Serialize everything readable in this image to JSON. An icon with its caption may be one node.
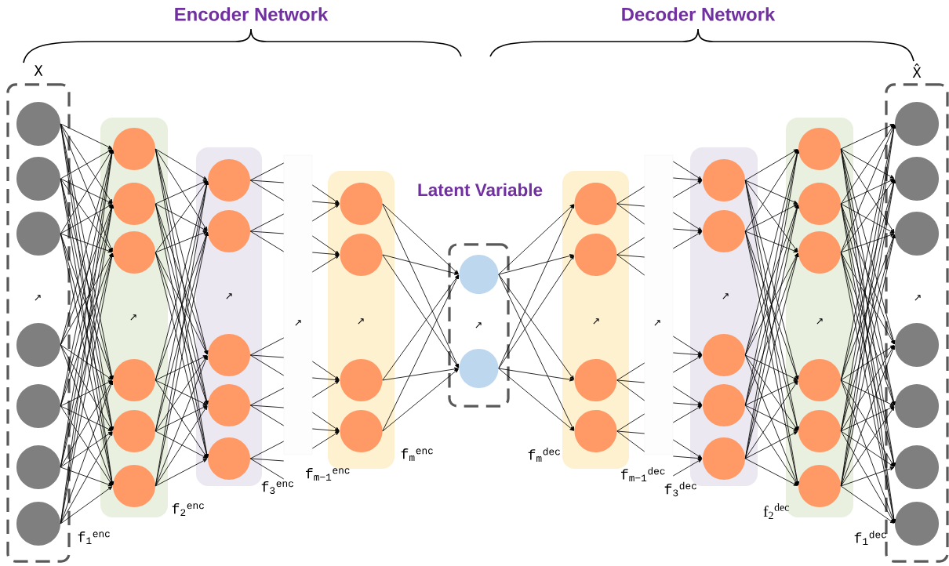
{
  "diagram": {
    "nodes": [
      {
        "text": [
          "X",
          "↗"
        ]
      },
      {
        "text": [],
        "shape": "circle",
        "in": 0
      },
      {
        "text": [],
        "shape": "circle",
        "in": 0
      },
      {
        "text": [],
        "shape": "circle",
        "in": 0
      },
      {
        "text": [],
        "shape": "circle",
        "in": 0
      },
      {
        "text": [],
        "shape": "circle",
        "in": 0
      },
      {
        "text": [],
        "shape": "circle",
        "in": 0
      },
      {
        "text": [],
        "shape": "circle",
        "in": 0
      },
      {
        "text": [
          "↗"
        ]
      },
      {
        "text": [],
        "shape": "circle",
        "in": 8
      },
      {
        "text": [],
        "shape": "circle",
        "in": 8
      },
      {
        "text": [],
        "shape": "circle",
        "in": 8
      },
      {
        "text": [],
        "shape": "circle",
        "in": 8
      },
      {
        "text": [],
        "shape": "circle",
        "in": 8
      },
      {
        "text": [],
        "shape": "circle",
        "in": 8
      },
      {
        "text": [
          "↗"
        ]
      },
      {
        "text": [],
        "shape": "circle",
        "in": 15
      },
      {
        "text": [],
        "shape": "circle",
        "in": 15
      },
      {
        "text": [],
        "shape": "circle",
        "in": 15
      },
      {
        "text": [],
        "shape": "circle",
        "in": 15
      },
      {
        "text": [],
        "shape": "circle",
        "in": 15
      },
      {
        "text": [
          "↗"
        ]
      },
      {
        "text": [
          "↗"
        ]
      },
      {
        "text": [],
        "shape": "circle",
        "in": 22
      },
      {
        "text": [],
        "shape": "circle",
        "in": 22
      },
      {
        "text": [],
        "shape": "circle",
        "in": 22
      },
      {
        "text": [],
        "shape": "circle",
        "in": 22
      },
      {
        "text": [
          "Latent Variable",
          "↗"
        ]
      },
      {
        "text": [],
        "shape": "circle",
        "in": 27
      },
      {
        "text": [],
        "shape": "circle",
        "in": 27
      },
      {
        "text": [
          "↗"
        ]
      },
      {
        "text": [],
        "shape": "circle",
        "in": 30
      },
      {
        "text": [],
        "shape": "circle",
        "in": 30
      },
      {
        "text": [],
        "shape": "circle",
        "in": 30
      },
      {
        "text": [],
        "shape": "circle",
        "in": 30
      },
      {
        "text": [
          "↗"
        ]
      },
      {
        "text": [
          "↗"
        ]
      },
      {
        "text": [],
        "shape": "circle",
        "in": 36
      },
      {
        "text": [],
        "shape": "circle",
        "in": 36
      },
      {
        "text": [],
        "shape": "circle",
        "in": 36
      },
      {
        "text": [],
        "shape": "circle",
        "in": 36
      },
      {
        "text": [],
        "shape": "circle",
        "in": 36
      },
      {
        "text": [
          "↗"
        ]
      },
      {
        "text": [],
        "shape": "circle",
        "in": 42
      },
      {
        "text": [],
        "shape": "circle",
        "in": 42
      },
      {
        "text": [],
        "shape": "circle",
        "in": 42
      },
      {
        "text": [],
        "shape": "circle",
        "in": 42
      },
      {
        "text": [],
        "shape": "circle",
        "in": 42
      },
      {
        "text": [],
        "shape": "circle",
        "in": 42
      },
      {
        "text": [
          "X̂",
          "↗"
        ]
      },
      {
        "text": [],
        "shape": "circle",
        "in": 49
      },
      {
        "text": [],
        "shape": "circle",
        "in": 49
      },
      {
        "text": [],
        "shape": "circle",
        "in": 49
      },
      {
        "text": [],
        "shape": "circle",
        "in": 49
      },
      {
        "text": [],
        "shape": "circle",
        "in": 49
      },
      {
        "text": [],
        "shape": "circle",
        "in": 49
      },
      {
        "text": [],
        "shape": "circle",
        "in": 49
      }
    ],
    "edges": [
      {
        "from": 1,
        "to": 9,
        "arrow": "to"
      },
      {
        "from": 1,
        "to": 10,
        "arrow": "to"
      },
      {
        "from": 1,
        "to": 11,
        "arrow": "to"
      },
      {
        "from": 1,
        "to": 12,
        "arrow": "to"
      },
      {
        "from": 1,
        "to": 13,
        "arrow": "to"
      },
      {
        "from": 1,
        "to": 14,
        "arrow": "to"
      },
      {
        "from": 2,
        "to": 9,
        "arrow": "to"
      },
      {
        "from": 2,
        "to": 10,
        "arrow": "to"
      },
      {
        "from": 2,
        "to": 11,
        "arrow": "to"
      },
      {
        "from": 2,
        "to": 12,
        "arrow": "to"
      },
      {
        "from": 2,
        "to": 13,
        "arrow": "to"
      },
      {
        "from": 2,
        "to": 14,
        "arrow": "to"
      },
      {
        "from": 3,
        "to": 9,
        "arrow": "to"
      },
      {
        "from": 3,
        "to": 10,
        "arrow": "to"
      },
      {
        "from": 3,
        "to": 11,
        "arrow": "to"
      },
      {
        "from": 3,
        "to": 12,
        "arrow": "to"
      },
      {
        "from": 3,
        "to": 13,
        "arrow": "to"
      },
      {
        "from": 3,
        "to": 14,
        "arrow": "to"
      },
      {
        "from": 4,
        "to": 9,
        "arrow": "to"
      },
      {
        "from": 4,
        "to": 10,
        "arrow": "to"
      },
      {
        "from": 4,
        "to": 11,
        "arrow": "to"
      },
      {
        "from": 4,
        "to": 12,
        "arrow": "to"
      },
      {
        "from": 4,
        "to": 13,
        "arrow": "to"
      },
      {
        "from": 4,
        "to": 14,
        "arrow": "to"
      },
      {
        "from": 5,
        "to": 9,
        "arrow": "to"
      },
      {
        "from": 5,
        "to": 10,
        "arrow": "to"
      },
      {
        "from": 5,
        "to": 11,
        "arrow": "to"
      },
      {
        "from": 5,
        "to": 12,
        "arrow": "to"
      },
      {
        "from": 5,
        "to": 13,
        "arrow": "to"
      },
      {
        "from": 5,
        "to": 14,
        "arrow": "to"
      },
      {
        "from": 6,
        "to": 9,
        "arrow": "to"
      },
      {
        "from": 6,
        "to": 10,
        "arrow": "to"
      },
      {
        "from": 6,
        "to": 11,
        "arrow": "to"
      },
      {
        "from": 6,
        "to": 12,
        "arrow": "to"
      },
      {
        "from": 6,
        "to": 13,
        "arrow": "to"
      },
      {
        "from": 6,
        "to": 14,
        "arrow": "to"
      },
      {
        "from": 7,
        "to": 9,
        "arrow": "to"
      },
      {
        "from": 7,
        "to": 10,
        "arrow": "to"
      },
      {
        "from": 7,
        "to": 11,
        "arrow": "to"
      },
      {
        "from": 7,
        "to": 12,
        "arrow": "to"
      },
      {
        "from": 7,
        "to": 13,
        "arrow": "to"
      },
      {
        "from": 7,
        "to": 14,
        "arrow": "to"
      },
      {
        "from": 9,
        "to": 16,
        "arrow": "to"
      },
      {
        "from": 9,
        "to": 17,
        "arrow": "to"
      },
      {
        "from": 9,
        "to": 18,
        "arrow": "to"
      },
      {
        "from": 9,
        "to": 19,
        "arrow": "to"
      },
      {
        "from": 9,
        "to": 20,
        "arrow": "to"
      },
      {
        "from": 10,
        "to": 16,
        "arrow": "to"
      },
      {
        "from": 10,
        "to": 17,
        "arrow": "to"
      },
      {
        "from": 10,
        "to": 18,
        "arrow": "to"
      },
      {
        "from": 10,
        "to": 19,
        "arrow": "to"
      },
      {
        "from": 10,
        "to": 20,
        "arrow": "to"
      },
      {
        "from": 11,
        "to": 16,
        "arrow": "to"
      },
      {
        "from": 11,
        "to": 17,
        "arrow": "to"
      },
      {
        "from": 11,
        "to": 18,
        "arrow": "to"
      },
      {
        "from": 11,
        "to": 19,
        "arrow": "to"
      },
      {
        "from": 11,
        "to": 20,
        "arrow": "to"
      },
      {
        "from": 12,
        "to": 16,
        "arrow": "to"
      },
      {
        "from": 12,
        "to": 17,
        "arrow": "to"
      },
      {
        "from": 12,
        "to": 18,
        "arrow": "to"
      },
      {
        "from": 12,
        "to": 19,
        "arrow": "to"
      },
      {
        "from": 12,
        "to": 20,
        "arrow": "to"
      },
      {
        "from": 13,
        "to": 16,
        "arrow": "to"
      },
      {
        "from": 13,
        "to": 17,
        "arrow": "to"
      },
      {
        "from": 13,
        "to": 18,
        "arrow": "to"
      },
      {
        "from": 13,
        "to": 19,
        "arrow": "to"
      },
      {
        "from": 13,
        "to": 20,
        "arrow": "to"
      },
      {
        "from": 14,
        "to": 16,
        "arrow": "to"
      },
      {
        "from": 14,
        "to": 17,
        "arrow": "to"
      },
      {
        "from": 14,
        "to": 18,
        "arrow": "to"
      },
      {
        "from": 14,
        "to": 19,
        "arrow": "to"
      },
      {
        "from": 14,
        "to": 20,
        "arrow": "to"
      },
      {
        "from": 16,
        "to": 21,
        "arrow": "none"
      },
      {
        "from": 16,
        "to": 21,
        "arrow": "none"
      },
      {
        "from": 16,
        "to": 21,
        "arrow": "none"
      },
      {
        "from": 17,
        "to": 21,
        "arrow": "none"
      },
      {
        "from": 17,
        "to": 21,
        "arrow": "none"
      },
      {
        "from": 17,
        "to": 21,
        "arrow": "none"
      },
      {
        "from": 18,
        "to": 21,
        "arrow": "none"
      },
      {
        "from": 18,
        "to": 21,
        "arrow": "none"
      },
      {
        "from": 18,
        "to": 21,
        "arrow": "none"
      },
      {
        "from": 19,
        "to": 21,
        "arrow": "none"
      },
      {
        "from": 19,
        "to": 21,
        "arrow": "none"
      },
      {
        "from": 19,
        "to": 21,
        "arrow": "none"
      },
      {
        "from": 20,
        "to": 21,
        "arrow": "none"
      },
      {
        "from": 20,
        "to": 21,
        "arrow": "none"
      },
      {
        "from": 20,
        "to": 21,
        "arrow": "none"
      },
      {
        "from": 21,
        "to": 23,
        "arrow": "to"
      },
      {
        "from": 21,
        "to": 23,
        "arrow": "to"
      },
      {
        "from": 21,
        "to": 23,
        "arrow": "to"
      },
      {
        "from": 21,
        "to": 24,
        "arrow": "to"
      },
      {
        "from": 21,
        "to": 24,
        "arrow": "to"
      },
      {
        "from": 21,
        "to": 24,
        "arrow": "to"
      },
      {
        "from": 21,
        "to": 25,
        "arrow": "to"
      },
      {
        "from": 21,
        "to": 25,
        "arrow": "to"
      },
      {
        "from": 21,
        "to": 25,
        "arrow": "to"
      },
      {
        "from": 21,
        "to": 26,
        "arrow": "to"
      },
      {
        "from": 21,
        "to": 26,
        "arrow": "to"
      },
      {
        "from": 21,
        "to": 26,
        "arrow": "to"
      },
      {
        "from": 23,
        "to": 28,
        "arrow": "to"
      },
      {
        "from": 23,
        "to": 29,
        "arrow": "to"
      },
      {
        "from": 24,
        "to": 28,
        "arrow": "to"
      },
      {
        "from": 24,
        "to": 29,
        "arrow": "to"
      },
      {
        "from": 25,
        "to": 28,
        "arrow": "to"
      },
      {
        "from": 25,
        "to": 29,
        "arrow": "to"
      },
      {
        "from": 26,
        "to": 28,
        "arrow": "to"
      },
      {
        "from": 26,
        "to": 29,
        "arrow": "to"
      },
      {
        "from": 28,
        "to": 31,
        "arrow": "to"
      },
      {
        "from": 28,
        "to": 32,
        "arrow": "to"
      },
      {
        "from": 28,
        "to": 33,
        "arrow": "to"
      },
      {
        "from": 28,
        "to": 34,
        "arrow": "to"
      },
      {
        "from": 29,
        "to": 31,
        "arrow": "to"
      },
      {
        "from": 29,
        "to": 32,
        "arrow": "to"
      },
      {
        "from": 29,
        "to": 33,
        "arrow": "to"
      },
      {
        "from": 29,
        "to": 34,
        "arrow": "to"
      },
      {
        "from": 31,
        "to": 35,
        "arrow": "none"
      },
      {
        "from": 31,
        "to": 35,
        "arrow": "none"
      },
      {
        "from": 31,
        "to": 35,
        "arrow": "none"
      },
      {
        "from": 32,
        "to": 35,
        "arrow": "none"
      },
      {
        "from": 32,
        "to": 35,
        "arrow": "none"
      },
      {
        "from": 32,
        "to": 35,
        "arrow": "none"
      },
      {
        "from": 33,
        "to": 35,
        "arrow": "none"
      },
      {
        "from": 33,
        "to": 35,
        "arrow": "none"
      },
      {
        "from": 33,
        "to": 35,
        "arrow": "none"
      },
      {
        "from": 34,
        "to": 35,
        "arrow": "none"
      },
      {
        "from": 34,
        "to": 35,
        "arrow": "none"
      },
      {
        "from": 34,
        "to": 35,
        "arrow": "none"
      },
      {
        "from": 35,
        "to": 37,
        "arrow": "to"
      },
      {
        "from": 35,
        "to": 37,
        "arrow": "to"
      },
      {
        "from": 35,
        "to": 37,
        "arrow": "to"
      },
      {
        "from": 35,
        "to": 38,
        "arrow": "to"
      },
      {
        "from": 35,
        "to": 38,
        "arrow": "to"
      },
      {
        "from": 35,
        "to": 38,
        "arrow": "to"
      },
      {
        "from": 35,
        "to": 39,
        "arrow": "to"
      },
      {
        "from": 35,
        "to": 39,
        "arrow": "to"
      },
      {
        "from": 35,
        "to": 39,
        "arrow": "to"
      },
      {
        "from": 35,
        "to": 40,
        "arrow": "to"
      },
      {
        "from": 35,
        "to": 40,
        "arrow": "to"
      },
      {
        "from": 35,
        "to": 40,
        "arrow": "to"
      },
      {
        "from": 35,
        "to": 41,
        "arrow": "to"
      },
      {
        "from": 35,
        "to": 41,
        "arrow": "to"
      },
      {
        "from": 35,
        "to": 41,
        "arrow": "to"
      },
      {
        "from": 37,
        "to": 43,
        "arrow": "to"
      },
      {
        "from": 37,
        "to": 44,
        "arrow": "to"
      },
      {
        "from": 37,
        "to": 45,
        "arrow": "to"
      },
      {
        "from": 37,
        "to": 46,
        "arrow": "to"
      },
      {
        "from": 37,
        "to": 47,
        "arrow": "to"
      },
      {
        "from": 37,
        "to": 48,
        "arrow": "to"
      },
      {
        "from": 38,
        "to": 43,
        "arrow": "to"
      },
      {
        "from": 38,
        "to": 44,
        "arrow": "to"
      },
      {
        "from": 38,
        "to": 45,
        "arrow": "to"
      },
      {
        "from": 38,
        "to": 46,
        "arrow": "to"
      },
      {
        "from": 38,
        "to": 47,
        "arrow": "to"
      },
      {
        "from": 38,
        "to": 48,
        "arrow": "to"
      },
      {
        "from": 39,
        "to": 43,
        "arrow": "to"
      },
      {
        "from": 39,
        "to": 44,
        "arrow": "to"
      },
      {
        "from": 39,
        "to": 45,
        "arrow": "to"
      },
      {
        "from": 39,
        "to": 46,
        "arrow": "to"
      },
      {
        "from": 39,
        "to": 47,
        "arrow": "to"
      },
      {
        "from": 39,
        "to": 48,
        "arrow": "to"
      },
      {
        "from": 40,
        "to": 43,
        "arrow": "to"
      },
      {
        "from": 40,
        "to": 44,
        "arrow": "to"
      },
      {
        "from": 40,
        "to": 45,
        "arrow": "to"
      },
      {
        "from": 40,
        "to": 46,
        "arrow": "to"
      },
      {
        "from": 40,
        "to": 47,
        "arrow": "to"
      },
      {
        "from": 40,
        "to": 48,
        "arrow": "to"
      },
      {
        "from": 41,
        "to": 43,
        "arrow": "to"
      },
      {
        "from": 41,
        "to": 44,
        "arrow": "to"
      },
      {
        "from": 41,
        "to": 45,
        "arrow": "to"
      },
      {
        "from": 41,
        "to": 46,
        "arrow": "to"
      },
      {
        "from": 41,
        "to": 47,
        "arrow": "to"
      },
      {
        "from": 41,
        "to": 48,
        "arrow": "to"
      },
      {
        "from": 43,
        "to": 50,
        "arrow": "to"
      },
      {
        "from": 43,
        "to": 51,
        "arrow": "to"
      },
      {
        "from": 43,
        "to": 52,
        "arrow": "to"
      },
      {
        "from": 43,
        "to": 53,
        "arrow": "to"
      },
      {
        "from": 43,
        "to": 54,
        "arrow": "to"
      },
      {
        "from": 43,
        "to": 55,
        "arrow": "to"
      },
      {
        "from": 43,
        "to": 56,
        "arrow": "to"
      },
      {
        "from": 44,
        "to": 50,
        "arrow": "to"
      },
      {
        "from": 44,
        "to": 51,
        "arrow": "to"
      },
      {
        "from": 44,
        "to": 52,
        "arrow": "to"
      },
      {
        "from": 44,
        "to": 53,
        "arrow": "to"
      },
      {
        "from": 44,
        "to": 54,
        "arrow": "to"
      },
      {
        "from": 44,
        "to": 55,
        "arrow": "to"
      },
      {
        "from": 44,
        "to": 56,
        "arrow": "to"
      },
      {
        "from": 45,
        "to": 50,
        "arrow": "to"
      },
      {
        "from": 45,
        "to": 51,
        "arrow": "to"
      },
      {
        "from": 45,
        "to": 52,
        "arrow": "to"
      },
      {
        "from": 45,
        "to": 53,
        "arrow": "to"
      },
      {
        "from": 45,
        "to": 54,
        "arrow": "to"
      },
      {
        "from": 45,
        "to": 55,
        "arrow": "to"
      },
      {
        "from": 45,
        "to": 56,
        "arrow": "to"
      },
      {
        "from": 46,
        "to": 50,
        "arrow": "to"
      },
      {
        "from": 46,
        "to": 51,
        "arrow": "to"
      },
      {
        "from": 46,
        "to": 52,
        "arrow": "to"
      },
      {
        "from": 46,
        "to": 53,
        "arrow": "to"
      },
      {
        "from": 46,
        "to": 54,
        "arrow": "to"
      },
      {
        "from": 46,
        "to": 55,
        "arrow": "to"
      },
      {
        "from": 46,
        "to": 56,
        "arrow": "to"
      },
      {
        "from": 47,
        "to": 50,
        "arrow": "to"
      },
      {
        "from": 47,
        "to": 51,
        "arrow": "to"
      },
      {
        "from": 47,
        "to": 52,
        "arrow": "to"
      },
      {
        "from": 47,
        "to": 53,
        "arrow": "to"
      },
      {
        "from": 47,
        "to": 54,
        "arrow": "to"
      },
      {
        "from": 47,
        "to": 55,
        "arrow": "to"
      },
      {
        "from": 47,
        "to": 56,
        "arrow": "to"
      },
      {
        "from": 48,
        "to": 50,
        "arrow": "to"
      },
      {
        "from": 48,
        "to": 51,
        "arrow": "to"
      },
      {
        "from": 48,
        "to": 52,
        "arrow": "to"
      },
      {
        "from": 48,
        "to": 53,
        "arrow": "to"
      },
      {
        "from": 48,
        "to": 54,
        "arrow": "to"
      },
      {
        "from": 48,
        "to": 55,
        "arrow": "to"
      },
      {
        "from": 48,
        "to": 56,
        "arrow": "to"
      }
    ],
    "labels": [
      "Encoder Network",
      "Decoder Network",
      "f$_{1}$$^{enc}$",
      "f$_{2}$$^{enc}$",
      "f$_{3}$$^{enc}$",
      "f$_{m−1}$$^{enc}$",
      "f$_{m}$$^{enc}$",
      "f$_{m}$$^{dec}$",
      "f$_{m−1}$$^{dec}$",
      "f$_{3}$$^{dec}$",
      "f$_{2}$$^{dec}$",
      "f$_{1}$$^{dec}$"
    ]
  }
}
